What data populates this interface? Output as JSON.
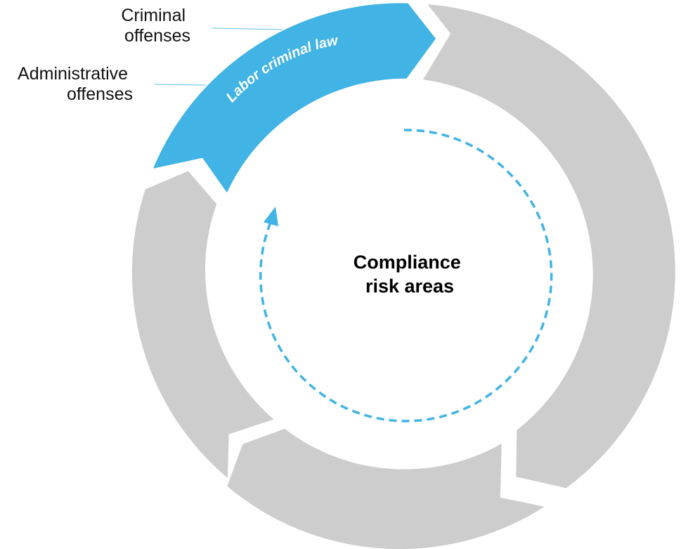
{
  "colors": {
    "accent": "#41b3e5",
    "segment_gray": "#cdcdcd",
    "connector_line": "#5bbfe6"
  },
  "highlight_segment": {
    "label": "Labor criminal law"
  },
  "callouts": {
    "criminal": {
      "line1": "Criminal",
      "line2": "offenses"
    },
    "administrative": {
      "line1": "Administrative",
      "line2": "offenses"
    }
  },
  "center": {
    "line1": "Compliance",
    "line2": "risk areas"
  }
}
